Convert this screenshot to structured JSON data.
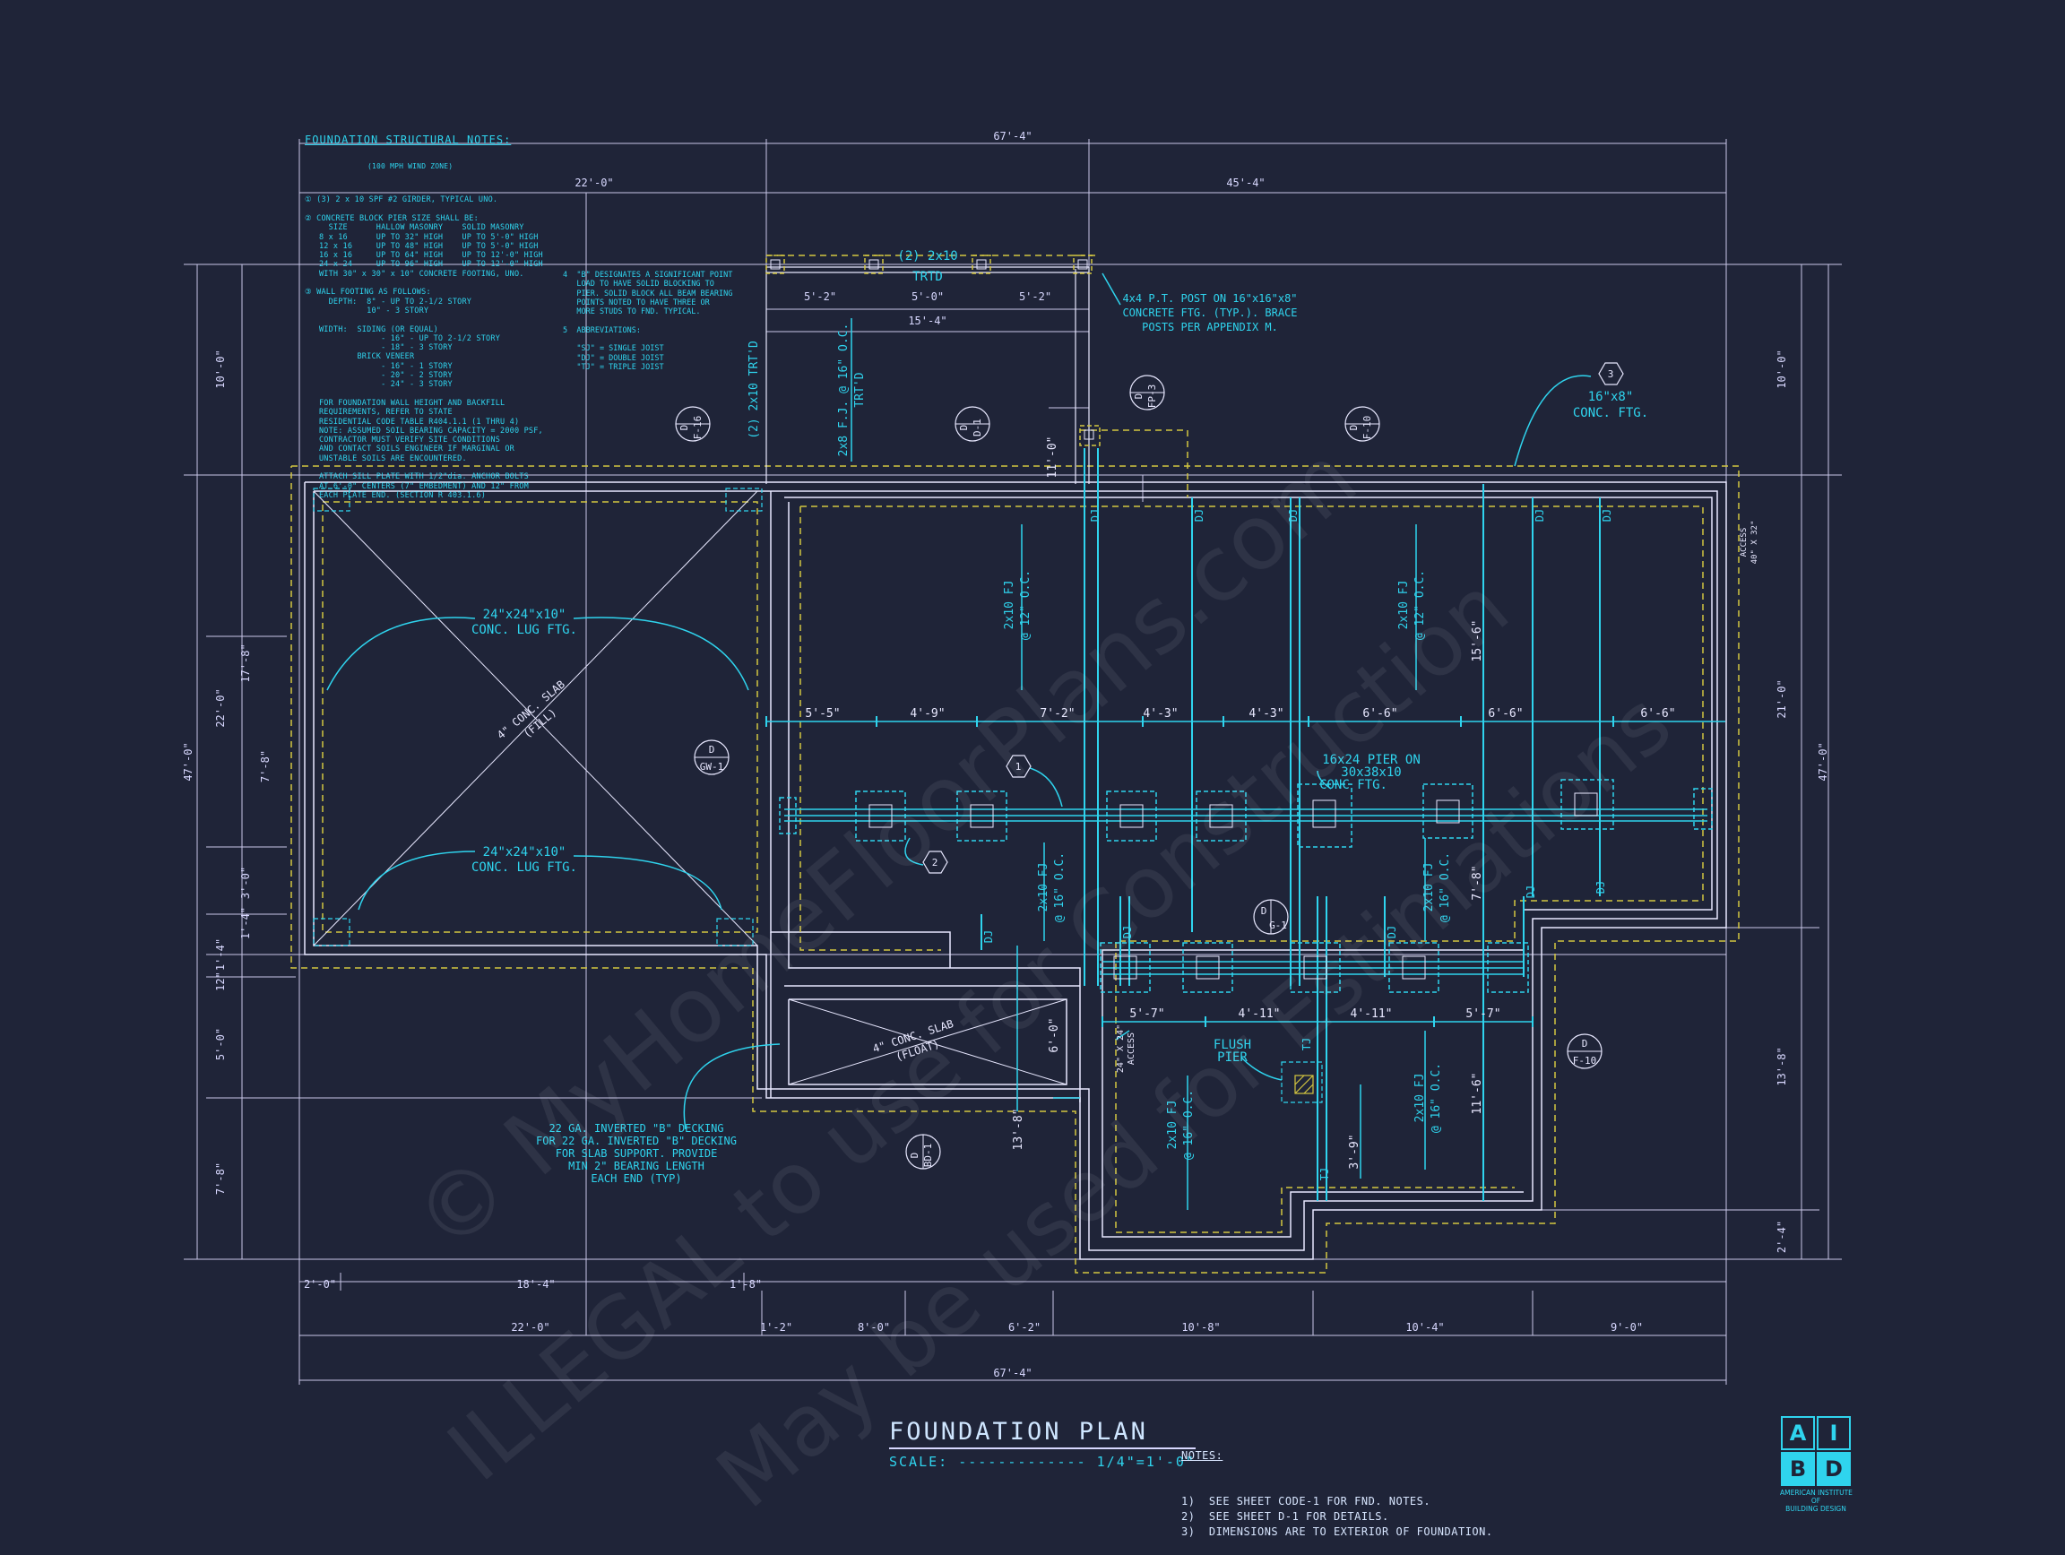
{
  "notes_panel": {
    "title": "FOUNDATION STRUCTURAL NOTES:",
    "subtitle": "(100 MPH WIND ZONE)",
    "body": "① (3) 2 x 10 SPF #2 GIRDER, TYPICAL UNO.\n\n② CONCRETE BLOCK PIER SIZE SHALL BE:\n     SIZE      HALLOW MASONRY    SOLID MASONRY\n   8 x 16      UP TO 32\" HIGH    UP TO 5'-0\" HIGH\n   12 x 16     UP TO 48\" HIGH    UP TO 5'-0\" HIGH\n   16 x 16     UP TO 64\" HIGH    UP TO 12'-0\" HIGH\n   24 x 24     UP TO 96\" HIGH    UP TO 12'-0\" HIGH\n   WITH 30\" x 30\" x 10\" CONCRETE FOOTING, UNO.\n\n③ WALL FOOTING AS FOLLOWS:\n     DEPTH:  8\" - UP TO 2-1/2 STORY\n             10\" - 3 STORY\n\n   WIDTH:  SIDING (OR EQUAL)\n                - 16\" - UP TO 2-1/2 STORY\n                - 18\" - 3 STORY\n           BRICK VENEER\n                - 16\" - 1 STORY\n                - 20\" - 2 STORY\n                - 24\" - 3 STORY\n\n   FOR FOUNDATION WALL HEIGHT AND BACKFILL\n   REQUIREMENTS, REFER TO STATE\n   RESIDENTIAL CODE TABLE R404.1.1 (1 THRU 4)\n   NOTE: ASSUMED SOIL BEARING CAPACITY = 2000 PSF,\n   CONTRACTOR MUST VERIFY SITE CONDITIONS\n   AND CONTACT SOILS ENGINEER IF MARGINAL OR\n   UNSTABLE SOILS ARE ENCOUNTERED.\n\n   ATTACH SILL PLATE WITH 1/2\"dia. ANCHOR BOLTS\n   AT 6'-0\" CENTERS (7\" EMBEDMENT) AND 12\" FROM\n   EACH PLATE END. (SECTION R 403.1.6)",
    "right": "4  \"B\" DESIGNATES A SIGNIFICANT POINT\n   LOAD TO HAVE SOLID BLOCKING TO\n   PIER. SOLID BLOCK ALL BEAM BEARING\n   POINTS NOTED TO HAVE THREE OR\n   MORE STUDS TO FND. TYPICAL.\n\n5  ABBREVIATIONS:\n\n   \"SJ\" = SINGLE JOIST\n   \"DJ\" = DOUBLE JOIST\n   \"TJ\" = TRIPLE JOIST"
  },
  "dimensions": {
    "overall_top": "67'-4\"",
    "overall_bottom": "67'-4\"",
    "top_left": "22'-0\"",
    "top_right": "45'-4\"",
    "porch_5_2a": "5'-2\"",
    "porch_5_0": "5'-0\"",
    "porch_5_2b": "5'-2\"",
    "porch_15_4": "15'-4\"",
    "left_47": "47'-0\"",
    "right_47": "47'-0\"",
    "left_10": "10'-0\"",
    "right_10": "10'-0\"",
    "left_22": "22'-0\"",
    "right_21": "21'-0\"",
    "left_17_8": "17'-8\"",
    "left_7_8": "7'-8\"",
    "left_3_0": "3'-0\"",
    "left_1_4a": "1'-4\"",
    "left_1_4b": "1'-4\"",
    "left_12": "12\"",
    "left_5_0": "5'-0\"",
    "left_7_8b": "7'-8\"",
    "right_13_8": "13'-8\"",
    "right_2_4": "2'-4\"",
    "bot_2_0": "2'-0\"",
    "bot_18_4": "18'-4\"",
    "bot_1_8": "1'-8\"",
    "bot_22_0": "22'-0\"",
    "bot_1_2": "1'-2\"",
    "bot_8_0": "8'-0\"",
    "bot_6_2": "6'-2\"",
    "bot_10_8": "10'-8\"",
    "bot_10_4": "10'-4\"",
    "bot_9_0": "9'-0\"",
    "row_5_5": "5'-5\"",
    "row_4_9": "4'-9\"",
    "row_7_2": "7'-2\"",
    "row_4_3a": "4'-3\"",
    "row_4_3b": "4'-3\"",
    "row_6_6a": "6'-6\"",
    "row_6_6b": "6'-6\"",
    "row_6_6c": "6'-6\"",
    "low_5_7a": "5'-7\"",
    "low_4_11a": "4'-11\"",
    "low_4_11b": "4'-11\"",
    "low_5_7b": "5'-7\"",
    "v_15_6": "15'-6\"",
    "v_7_8": "7'-8\"",
    "v_11_6": "11'-6\"",
    "v_6_0": "6'-0\"",
    "v_13_8": "13'-8\"",
    "v_3_9": "3'-9\"",
    "v_11_0": "11'-0\""
  },
  "labels": {
    "lug1": "24\"x24\"x10\"",
    "lug1b": "CONC. LUG FTG.",
    "lug2": "24\"x24\"x10\"",
    "lug2b": "CONC. LUG FTG.",
    "slab_fill": "4\" CONC. SLAB",
    "slab_fill_b": "(FILL)",
    "slab_float": "4\" CONC. SLAB",
    "slab_float_b": "(FLOAT)",
    "porch_joist": "(2) 2x10",
    "porch_trtd": "TRTD",
    "post_note_1": "4x4 P.T. POST ON 16\"x16\"x8\"",
    "post_note_2": "CONCRETE FTG. (TYP.). BRACE",
    "post_note_3": "POSTS PER APPENDIX M.",
    "trtd_vert": "(2) 2x10 TRT'D",
    "fj_porch": "2x8 F.J. @ 16\" O.C.",
    "fj_porch_b": "TRT'D",
    "ftg_16x8": "16\"x8\"",
    "ftg_16x8_b": "CONC. FTG.",
    "fj_12_a": "2x10 FJ",
    "fj_12_a2": "@ 12\" O.C.",
    "fj_12_b": "2x10 FJ",
    "fj_12_b2": "@ 12\" O.C.",
    "fj_16_a": "2x10 FJ",
    "fj_16_a2": "@ 16\" O.C.",
    "fj_16_b": "2x10 FJ",
    "fj_16_b2": "@ 16\" O.C.",
    "fj_16_c": "2x10 FJ",
    "fj_16_c2": "@ 16\" O.C.",
    "fj_16_d": "2x10 FJ",
    "fj_16_d2": "@ 16\" O.C.",
    "pier_1": "16x24 PIER ON",
    "pier_2": "30x38x10",
    "pier_3": "CONC FTG.",
    "flush_1": "FLUSH",
    "flush_2": "PIER",
    "access_1": "ACCESS",
    "access_1b": "40\" X 32\"",
    "access_2": "24\" X 24\"",
    "access_2b": "ACCESS",
    "decking_1": "22 GA. INVERTED \"B\" DECKING",
    "decking_2": "FOR 22 GA. INVERTED \"B\" DECKING",
    "decking_3": "FOR SLAB SUPPORT. PROVIDE",
    "decking_4": "MIN 2\" BEARING LENGTH",
    "decking_5": "EACH END (TYP)",
    "dj": "DJ",
    "tj": "TJ"
  },
  "callouts": {
    "d_f16a": "F-16",
    "d_d1": "D-1",
    "d_fp3": "FP-3",
    "d_f10a": "F-10",
    "d_gw1": "GW-1",
    "d_g1": "G-1",
    "d_bd1": "BD-1",
    "d_f10b": "F-10",
    "d_letter": "D",
    "hex_1": "1",
    "hex_2": "2",
    "hex_3": "3"
  },
  "title_block": {
    "title": "FOUNDATION PLAN",
    "scale": "SCALE: ------------- 1/4\"=1'-0\""
  },
  "sheet_notes": {
    "header": "NOTES:",
    "lines": "1)  SEE SHEET CODE-1 FOR FND. NOTES.\n2)  SEE SHEET D-1 FOR DETAILS.\n3)  DIMENSIONS ARE TO EXTERIOR OF FOUNDATION."
  },
  "logo": {
    "a": "A",
    "i": "I",
    "b": "B",
    "d": "D",
    "caption": "AMERICAN INSTITUTE\nOF\nBUILDING DESIGN"
  },
  "watermark": {
    "line1": "© MyHomeFloorPlans.com",
    "line2": "ILLEGAL to use for Construction",
    "line3": "May be used for Estimations"
  },
  "colors": {
    "background": "#1f2438",
    "cyan": "#2fd4ee",
    "white_lines": "#d8d8ff",
    "yellow_dashed": "#d4c640",
    "pink_dims": "#c78fd8"
  }
}
